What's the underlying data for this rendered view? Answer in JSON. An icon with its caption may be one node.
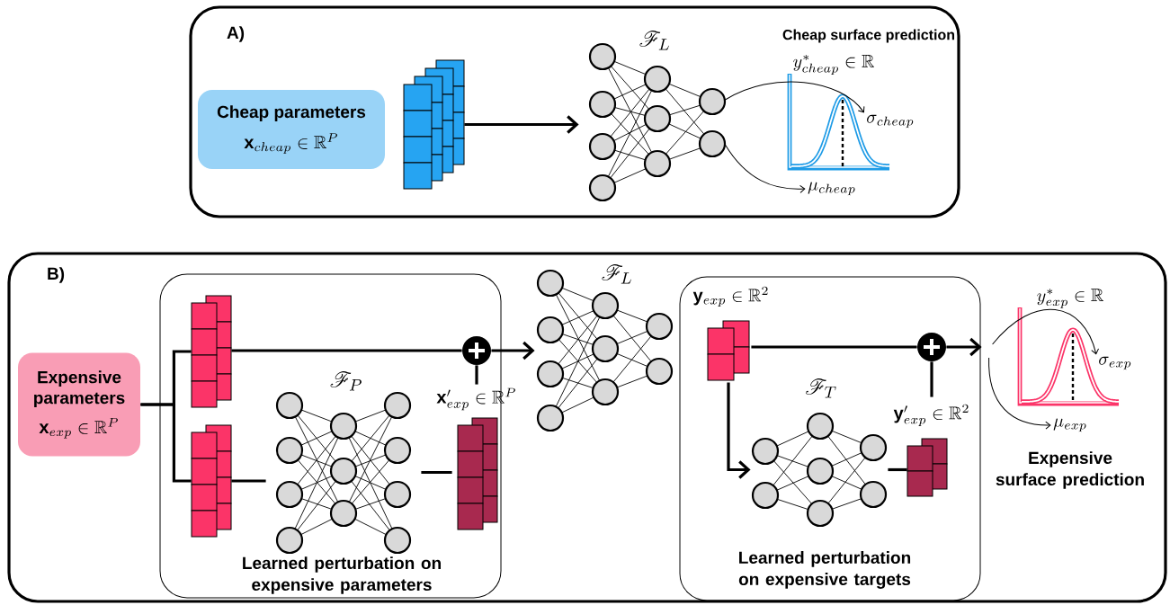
{
  "diagram": {
    "nodes": [
      {
        "text": [
          "A)"
        ]
      },
      {
        "text": [
          "Cheap parameters",
          "\\mathbf{x}_{cheap} \\in \\mathbb{R}^P"
        ],
        "in": 0
      },
      {
        "text": [],
        "shape": "picture",
        "in": 0
      },
      {
        "text": [
          "\\mathscr{F}_L"
        ],
        "in": 0
      },
      {
        "text": [
          "Cheap surface prediction",
          "y^*_{cheap} \\in \\mathbb{R}"
        ],
        "in": 0
      },
      {
        "text": [
          "\\sigma_{cheap}"
        ],
        "in": 4
      },
      {
        "text": [
          "\\mu_{cheap}"
        ],
        "in": 0
      },
      {
        "text": [
          "B)"
        ]
      },
      {
        "text": [
          "Expensive parameters",
          "\\mathbf{x}_{exp} \\in \\mathbb{R}^P"
        ],
        "in": 7
      },
      {
        "text": [
          "Learned perturbation on expensive parameters"
        ],
        "in": 7
      },
      {
        "text": [],
        "shape": "picture",
        "in": 9
      },
      {
        "text": [],
        "shape": "picture",
        "in": 9
      },
      {
        "text": [
          "\\mathscr{F}_P"
        ],
        "in": 9
      },
      {
        "text": [
          "\\mathbf{x}'_{exp} \\in \\mathbb{R}^P"
        ],
        "in": 9
      },
      {
        "text": [],
        "shape": "circle",
        "in": 9
      },
      {
        "text": [
          "\\mathscr{F}_L"
        ],
        "in": 7
      },
      {
        "text": [
          "Learned perturbation on expensive targets"
        ],
        "in": 7
      },
      {
        "text": [
          "\\mathbf{y}_{exp} \\in \\mathbb{R}^2"
        ],
        "in": 16
      },
      {
        "text": [
          "\\mathscr{F}_T"
        ],
        "in": 16
      },
      {
        "text": [
          "\\mathbf{y}'_{exp} \\in \\mathbb{R}^2"
        ],
        "in": 16
      },
      {
        "text": [],
        "shape": "circle",
        "in": 16
      },
      {
        "text": [
          "y^*_{exp} \\in \\mathbb{R}",
          "Expensive surface prediction"
        ],
        "in": 7
      },
      {
        "text": [
          "\\sigma_{exp}"
        ],
        "in": 21
      },
      {
        "text": [
          "\\mu_{exp}"
        ],
        "in": 21
      }
    ],
    "edges": [
      {
        "from": 2,
        "to": 3,
        "arrow": "to"
      },
      {
        "from": 3,
        "to": 5,
        "arrow": "to"
      },
      {
        "from": 3,
        "to": 6,
        "arrow": "to"
      },
      {
        "from": 8,
        "to": 10,
        "arrow": "none"
      },
      {
        "from": 8,
        "to": 11,
        "arrow": "none"
      },
      {
        "from": 10,
        "to": 14,
        "arrow": "none"
      },
      {
        "from": 14,
        "to": 15,
        "arrow": "to"
      },
      {
        "from": 11,
        "to": 12,
        "arrow": "none"
      },
      {
        "from": 12,
        "to": 13,
        "arrow": "none"
      },
      {
        "from": 13,
        "to": 14,
        "arrow": "none"
      },
      {
        "from": 17,
        "to": 20,
        "arrow": "none"
      },
      {
        "from": 20,
        "to": 21,
        "arrow": "to"
      },
      {
        "from": 17,
        "to": 18,
        "arrow": "to"
      },
      {
        "from": 18,
        "to": 19,
        "arrow": "none"
      },
      {
        "from": 19,
        "to": 20,
        "arrow": "none"
      },
      {
        "from": 21,
        "to": 22,
        "arrow": "to"
      },
      {
        "from": 21,
        "to": 23,
        "arrow": "to"
      }
    ]
  }
}
